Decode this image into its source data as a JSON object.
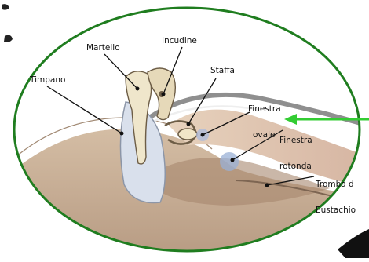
{
  "labels": {
    "martello": "Martello",
    "incudine": "Incudine",
    "staffa": "Staffa",
    "timpano": "Timpano",
    "finestra_ovale": [
      "Finestra",
      "ovale"
    ],
    "finestra_rotonda": [
      "Finestra",
      "rotonda"
    ],
    "tromba": [
      "Tromba d",
      "Eustachio"
    ]
  },
  "colors": {
    "border": "#1f7d1f",
    "arrow": "#33cc33",
    "bone": "#f3ead2",
    "tissue": "#c9b199",
    "membrane": "#cfd8e6",
    "window": "#9ab0d6"
  }
}
